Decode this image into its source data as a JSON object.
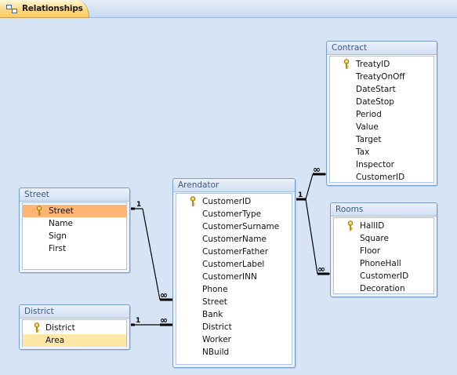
{
  "tab": {
    "label": "Relationships",
    "icon": "relationships-icon"
  },
  "tables": {
    "contract": {
      "title": "Contract",
      "fields": [
        "TreatyID",
        "TreatyOnOff",
        "DateStart",
        "DateStop",
        "Period",
        "Value",
        "Target",
        "Tax",
        "Inspector",
        "CustomerID"
      ],
      "primary_key": "TreatyID"
    },
    "street": {
      "title": "Street",
      "fields": [
        "Street",
        "Name",
        "Sign",
        "First"
      ],
      "primary_key": "Street",
      "selected": "Street"
    },
    "arendator": {
      "title": "Arendator",
      "fields": [
        "CustomerID",
        "CustomerType",
        "CustomerSurname",
        "CustomerName",
        "CustomerFather",
        "CustomerLabel",
        "CustomerINN",
        "Phone",
        "Street",
        "Bank",
        "District",
        "Worker",
        "NBuild"
      ],
      "primary_key": "CustomerID"
    },
    "rooms": {
      "title": "Rooms",
      "fields": [
        "HallID",
        "Square",
        "Floor",
        "PhoneHall",
        "CustomerID",
        "Decoration"
      ],
      "primary_key": "HallID"
    },
    "district": {
      "title": "District",
      "fields": [
        "District",
        "Area"
      ],
      "primary_key": "District",
      "highlighted": "Area"
    }
  },
  "relationships": {
    "one_label": "1",
    "many_label": "∞"
  },
  "colors": {
    "canvas": "#d6e4f6",
    "tab_active": "#ffd884",
    "selected_field": "#ffb574",
    "highlighted_field": "#ffe7a8",
    "line": "#000000"
  }
}
